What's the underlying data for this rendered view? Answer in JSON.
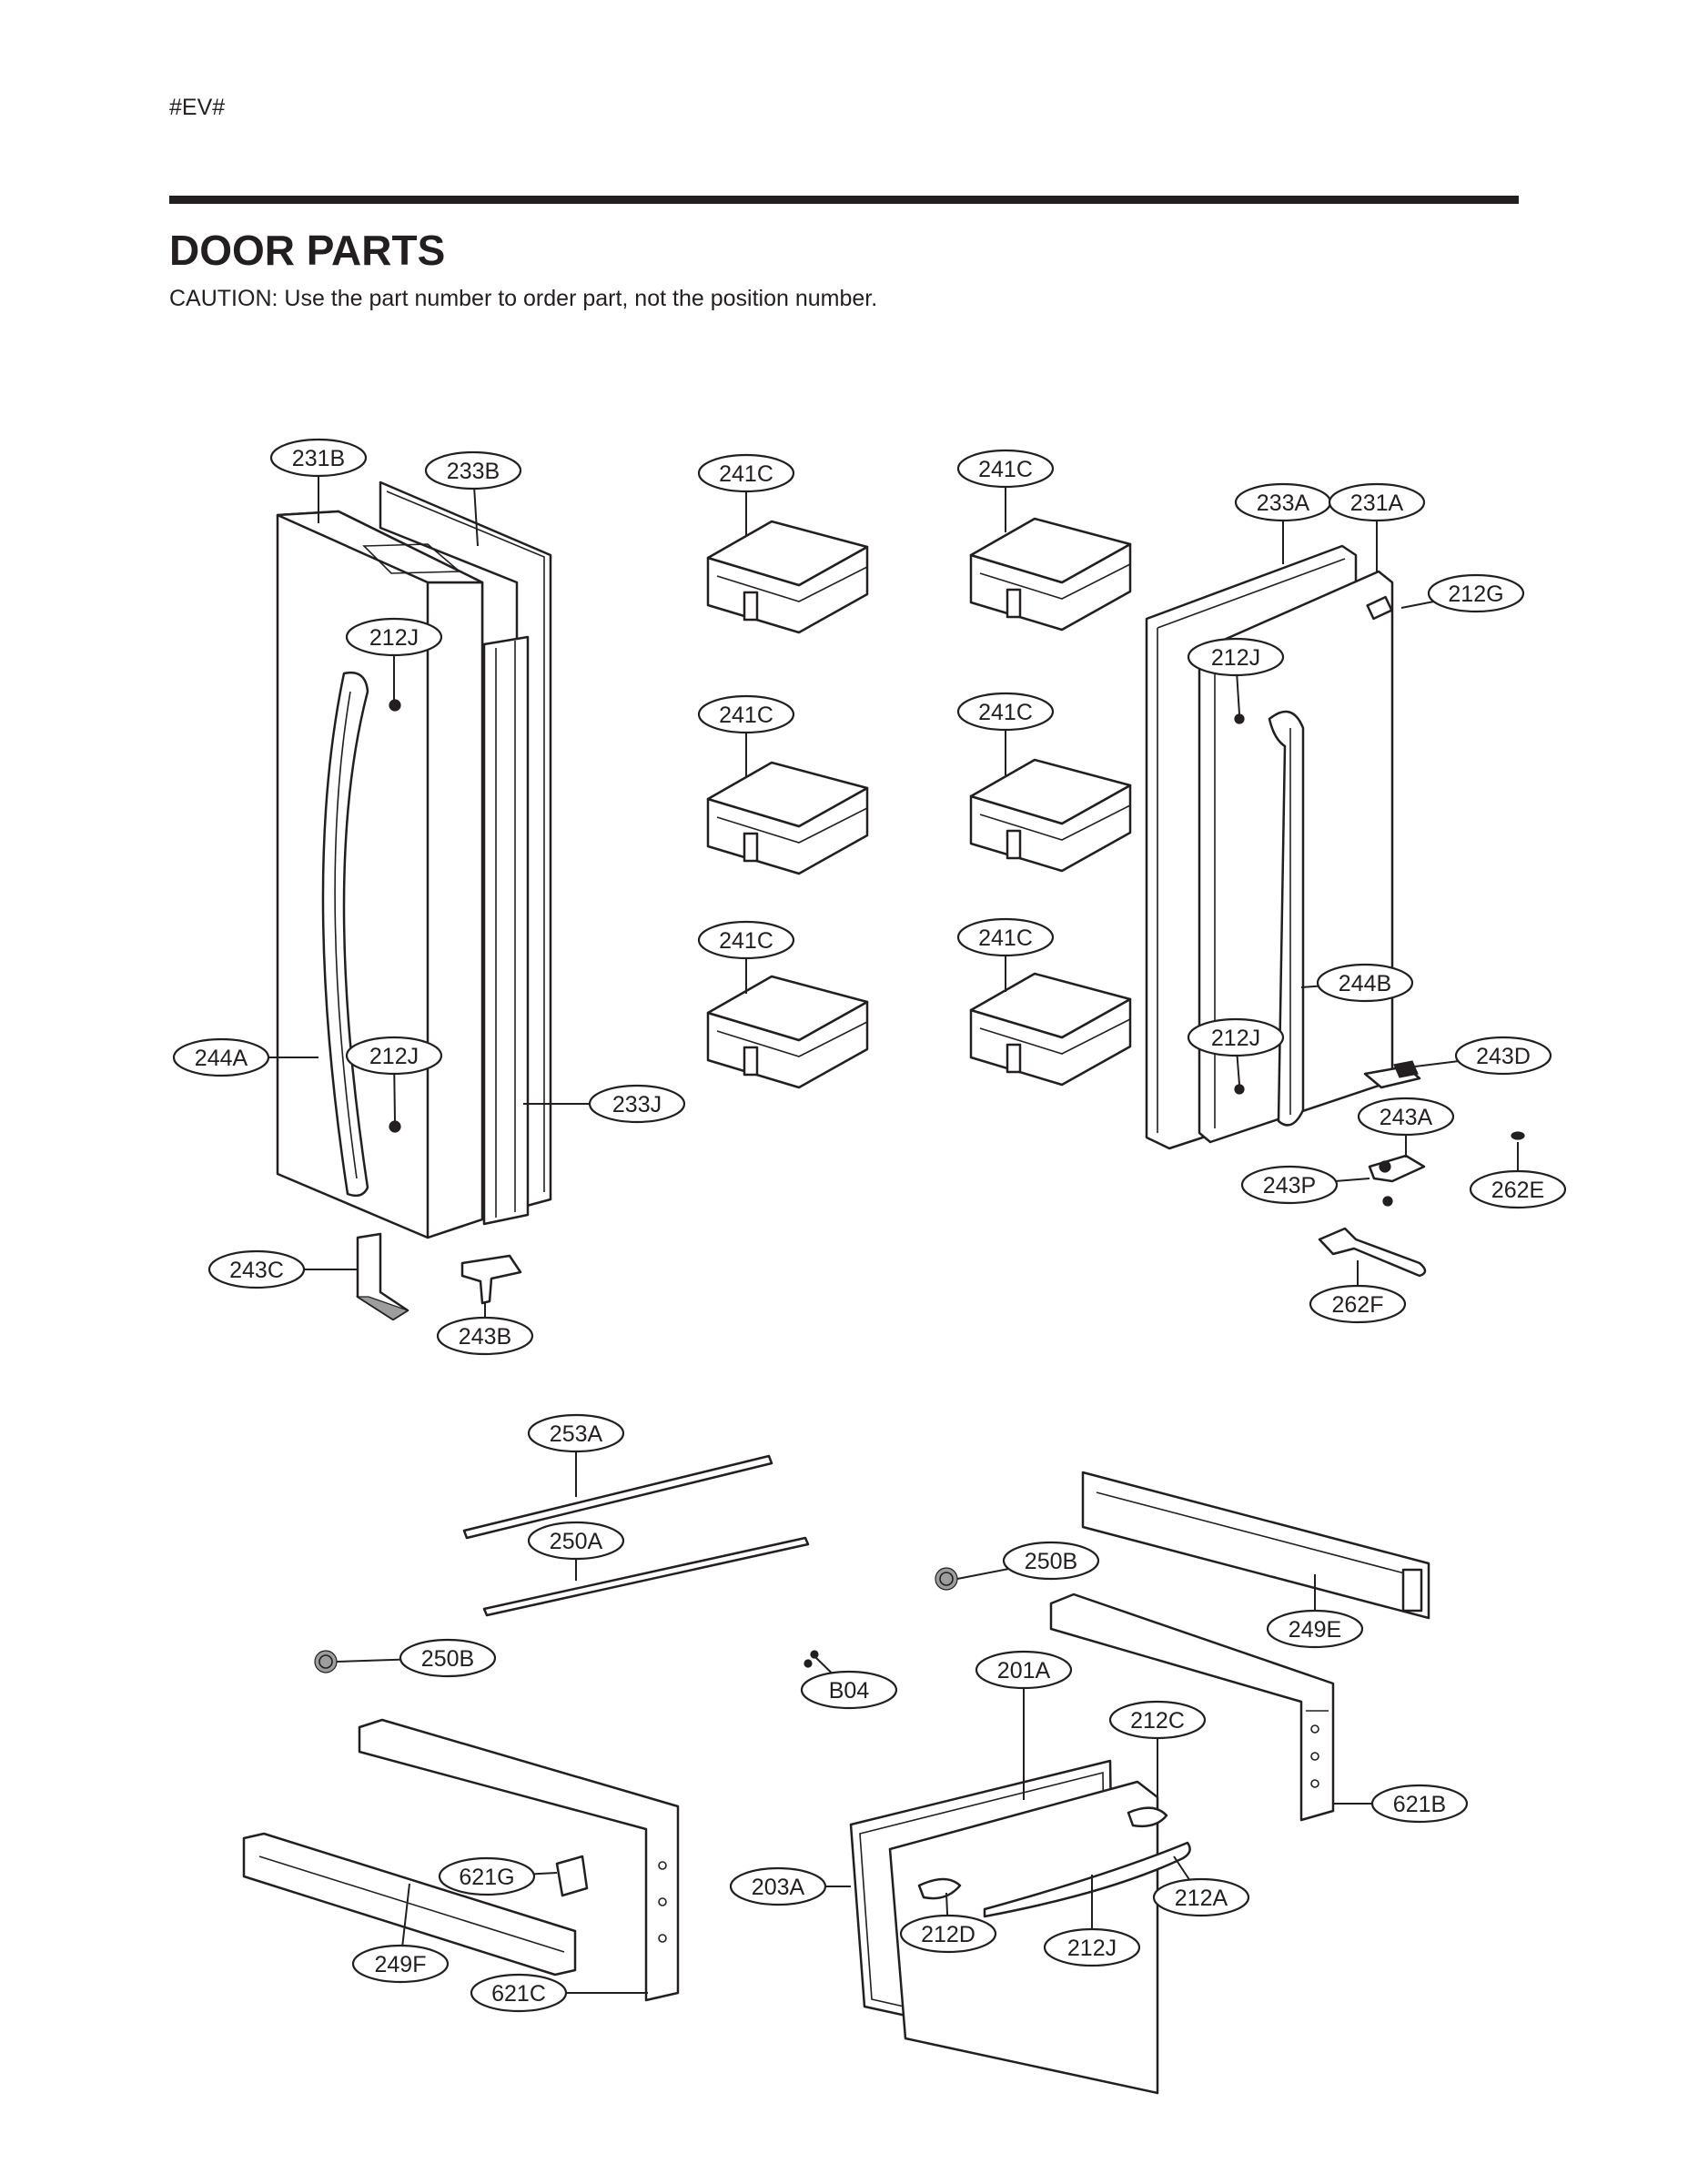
{
  "header": {
    "marker": "#EV#",
    "title": "DOOR PARTS",
    "caution": "CAUTION: Use the part number to order part, not the position number."
  },
  "callouts": [
    {
      "label": "231B"
    },
    {
      "label": "233B"
    },
    {
      "label": "241C"
    },
    {
      "label": "241C"
    },
    {
      "label": "233A"
    },
    {
      "label": "231A"
    },
    {
      "label": "212G"
    },
    {
      "label": "212J"
    },
    {
      "label": "212J"
    },
    {
      "label": "241C"
    },
    {
      "label": "241C"
    },
    {
      "label": "241C"
    },
    {
      "label": "241C"
    },
    {
      "label": "244B"
    },
    {
      "label": "244A"
    },
    {
      "label": "212J"
    },
    {
      "label": "212J"
    },
    {
      "label": "243D"
    },
    {
      "label": "233J"
    },
    {
      "label": "243A"
    },
    {
      "label": "243P"
    },
    {
      "label": "262E"
    },
    {
      "label": "243C"
    },
    {
      "label": "262F"
    },
    {
      "label": "243B"
    },
    {
      "label": "253A"
    },
    {
      "label": "250A"
    },
    {
      "label": "250B"
    },
    {
      "label": "249E"
    },
    {
      "label": "250B"
    },
    {
      "label": "B04"
    },
    {
      "label": "201A"
    },
    {
      "label": "212C"
    },
    {
      "label": "621B"
    },
    {
      "label": "621G"
    },
    {
      "label": "203A"
    },
    {
      "label": "212A"
    },
    {
      "label": "212D"
    },
    {
      "label": "212J"
    },
    {
      "label": "249F"
    },
    {
      "label": "621C"
    }
  ]
}
